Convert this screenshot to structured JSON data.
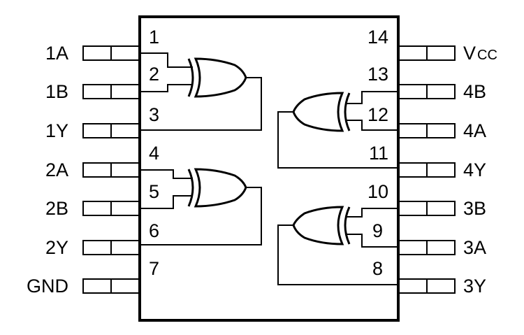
{
  "pins_left": [
    {
      "number": "1",
      "label": "1A"
    },
    {
      "number": "2",
      "label": "1B"
    },
    {
      "number": "3",
      "label": "1Y"
    },
    {
      "number": "4",
      "label": "2A"
    },
    {
      "number": "5",
      "label": "2B"
    },
    {
      "number": "6",
      "label": "2Y"
    },
    {
      "number": "7",
      "label": "GND"
    }
  ],
  "pins_right": [
    {
      "number": "14",
      "label": "V",
      "label_sub": "CC"
    },
    {
      "number": "13",
      "label": "4B"
    },
    {
      "number": "12",
      "label": "4A"
    },
    {
      "number": "11",
      "label": "4Y"
    },
    {
      "number": "10",
      "label": "3B"
    },
    {
      "number": "9",
      "label": "3A"
    },
    {
      "number": "8",
      "label": "3Y"
    }
  ],
  "gates": [
    {
      "name": "gate-1",
      "type": "XOR"
    },
    {
      "name": "gate-2",
      "type": "XOR"
    },
    {
      "name": "gate-3",
      "type": "XOR"
    },
    {
      "name": "gate-4",
      "type": "XOR"
    }
  ]
}
